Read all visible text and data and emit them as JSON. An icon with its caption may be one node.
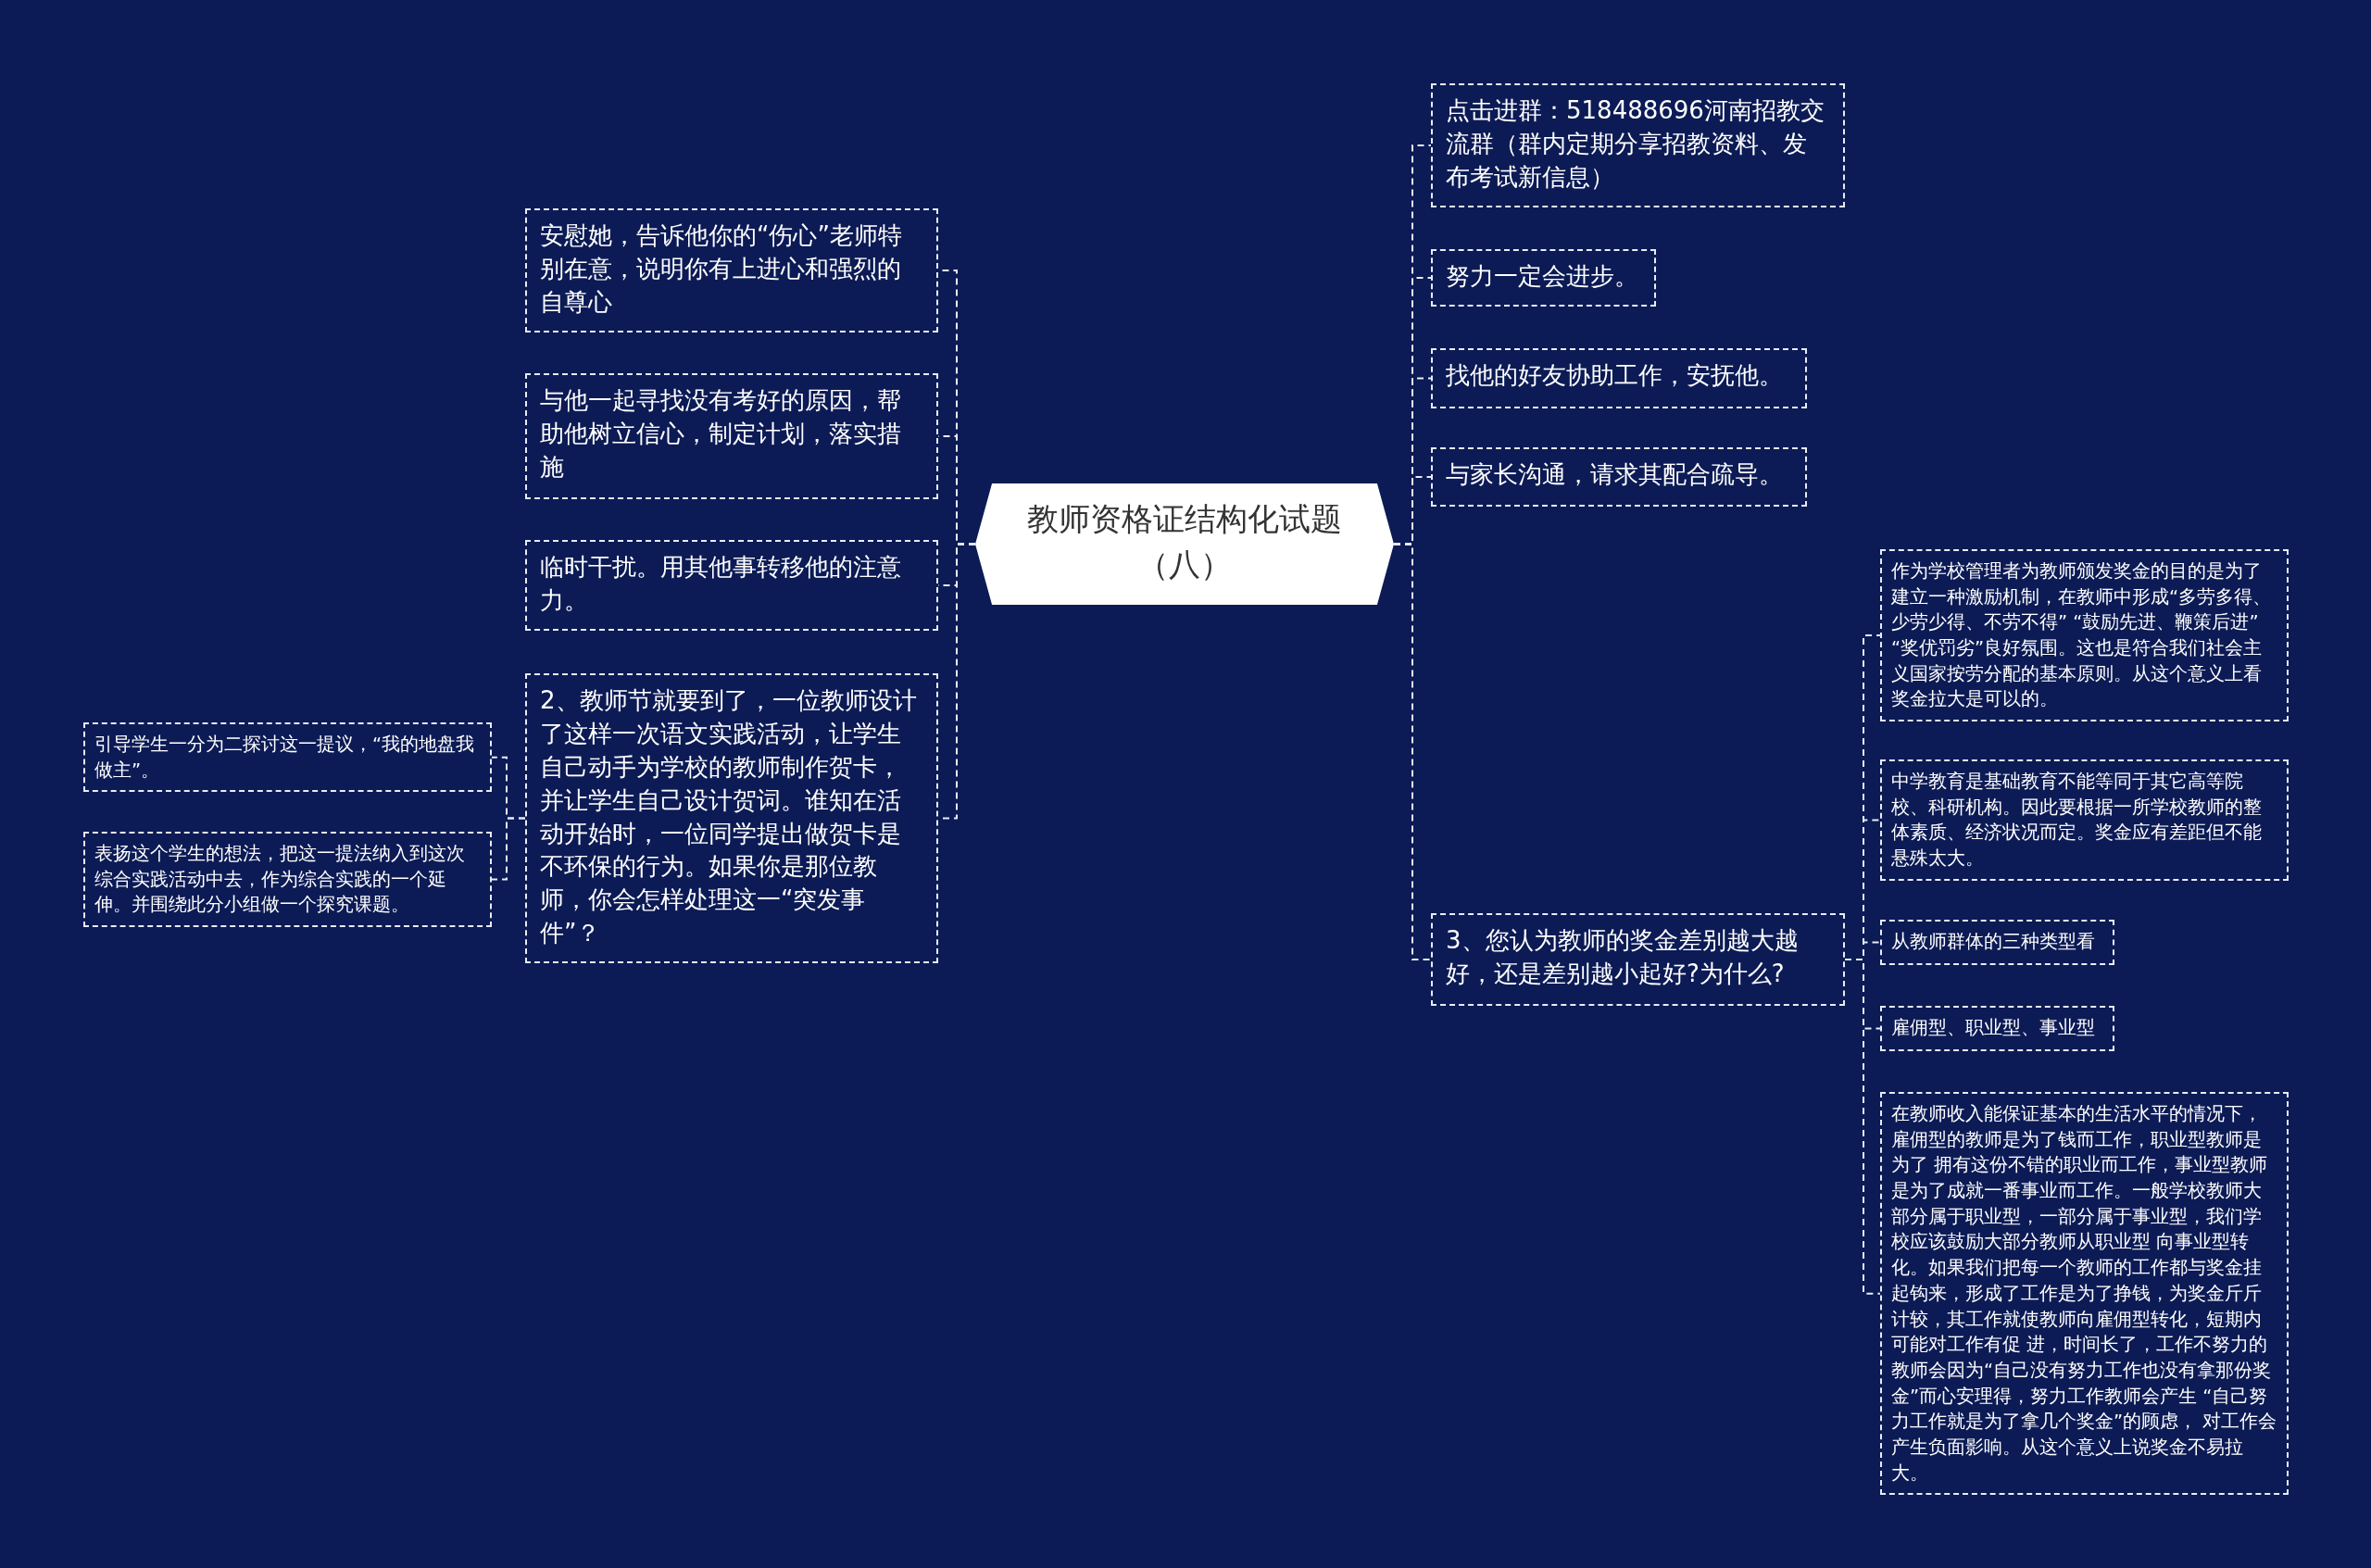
{
  "diagram": {
    "nodes": [
      {
        "text": [
          "教师资格证结构化试题（八）"
        ]
      },
      {
        "text": [
          "安慰她，告诉他你的“伤心”老师特别在意，说明你有上进心和强烈的自尊心"
        ]
      },
      {
        "text": [
          "与他一起寻找没有考好的原因，帮助他树立信心，制定计划，落实措施"
        ]
      },
      {
        "text": [
          "临时干扰。用其他事转移他的注意力。"
        ]
      },
      {
        "text": [
          "2、教师节就要到了，一位教师设计了这样一次语文实践活动，让学生自己动手为学校的教师制作贺卡，并让学生自己设计贺词。谁知在活动开始时，一位同学提出做贺卡是不环保的行为。如果你是那位教师，你会怎样处理这一“突发事件”？"
        ]
      },
      {
        "text": [
          "引导学生一分为二探讨这一提议，“我的地盘我做主”。"
        ]
      },
      {
        "text": [
          "表扬这个学生的想法，把这一提法纳入到这次综合实践活动中去，作为综合实践的一个延伸。并围绕此分小组做一个探究课题。"
        ]
      },
      {
        "text": [
          "点击进群：518488696河南招教交流群（群内定期分享招教资料、发布考试新信息）"
        ]
      },
      {
        "text": [
          "努力一定会进步。"
        ]
      },
      {
        "text": [
          "找他的好友协助工作，安抚他。"
        ]
      },
      {
        "text": [
          "与家长沟通，请求其配合疏导。"
        ]
      },
      {
        "text": [
          "3、您认为教师的奖金差别越大越好，还是差别越小起好?为什么?"
        ]
      },
      {
        "text": [
          "作为学校管理者为教师颁发奖金的目的是为了建立一种激励机制，在教师中形成“多劳多得、少劳少得、不劳不得” “鼓励先进、鞭策后进” “奖优罚劣”良好氛围。这也是符合我们社会主义国家按劳分配的基本原则。从这个意义上看奖金拉大是可以的。"
        ]
      },
      {
        "text": [
          "中学教育是基础教育不能等同于其它高等院校、科研机构。因此要根据一所学校教师的整体素质、经济状况而定。奖金应有差距但不能悬殊太大。"
        ]
      },
      {
        "text": [
          "从教师群体的三种类型看"
        ]
      },
      {
        "text": [
          "雇佣型、职业型、事业型"
        ]
      },
      {
        "text": [
          "在教师收入能保证基本的生活水平的情况下，雇佣型的教师是为了钱而工作，职业型教师是为了 拥有这份不错的职业而工作，事业型教师是为了成就一番事业而工作。一般学校教师大部分属于职业型，一部分属于事业型，我们学校应该鼓励大部分教师从职业型 向事业型转化。如果我们把每一个教师的工作都与奖金挂起钩来，形成了工作是为了挣钱，为奖金斤斤计较，其工作就使教师向雇佣型转化，短期内可能对工作有促 进，时间长了，工作不努力的教师会因为“自己没有努力工作也没有拿那份奖金”而心安理得，努力工作教师会产生 “自己努力工作就是为了拿几个奖金”的顾虑， 对工作会产生负面影响。从这个意义上说奖金不易拉大。"
        ]
      }
    ],
    "edges": [
      {
        "from": 0,
        "to": 1,
        "arrow": "none",
        "style": "dashed"
      },
      {
        "from": 0,
        "to": 2,
        "arrow": "none",
        "style": "dashed"
      },
      {
        "from": 0,
        "to": 3,
        "arrow": "none",
        "style": "dashed"
      },
      {
        "from": 0,
        "to": 4,
        "arrow": "none",
        "style": "dashed"
      },
      {
        "from": 4,
        "to": 5,
        "arrow": "none",
        "style": "dashed"
      },
      {
        "from": 4,
        "to": 6,
        "arrow": "none",
        "style": "dashed"
      },
      {
        "from": 0,
        "to": 7,
        "arrow": "none",
        "style": "dashed"
      },
      {
        "from": 0,
        "to": 8,
        "arrow": "none",
        "style": "dashed"
      },
      {
        "from": 0,
        "to": 9,
        "arrow": "none",
        "style": "dashed"
      },
      {
        "from": 0,
        "to": 10,
        "arrow": "none",
        "style": "dashed"
      },
      {
        "from": 0,
        "to": 11,
        "arrow": "none",
        "style": "dashed"
      },
      {
        "from": 11,
        "to": 12,
        "arrow": "none",
        "style": "dashed"
      },
      {
        "from": 11,
        "to": 13,
        "arrow": "none",
        "style": "dashed"
      },
      {
        "from": 11,
        "to": 14,
        "arrow": "none",
        "style": "dashed"
      },
      {
        "from": 11,
        "to": 15,
        "arrow": "none",
        "style": "dashed"
      },
      {
        "from": 11,
        "to": 16,
        "arrow": "none",
        "style": "dashed"
      }
    ]
  }
}
